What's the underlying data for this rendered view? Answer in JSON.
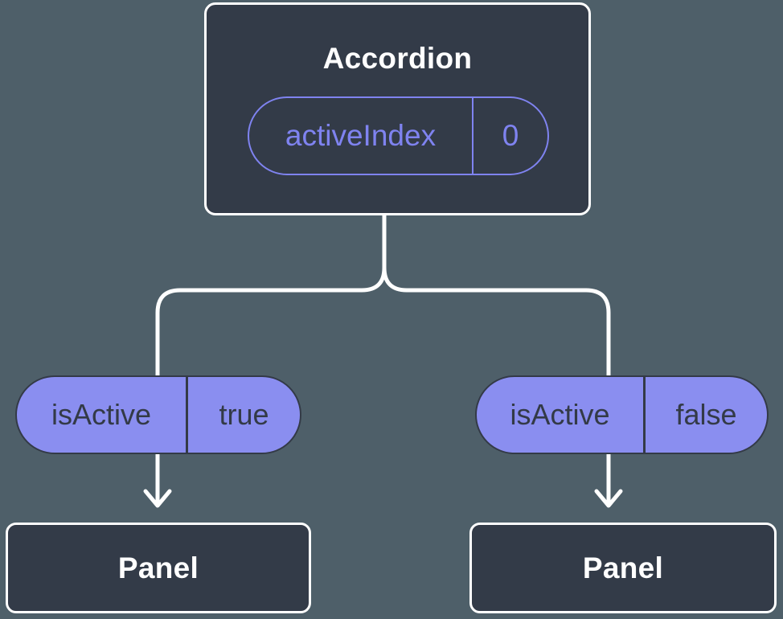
{
  "diagram": {
    "root": {
      "title": "Accordion",
      "state": {
        "name": "activeIndex",
        "value": "0"
      }
    },
    "branches": [
      {
        "prop": {
          "name": "isActive",
          "value": "true"
        },
        "child": {
          "title": "Panel"
        }
      },
      {
        "prop": {
          "name": "isActive",
          "value": "false"
        },
        "child": {
          "title": "Panel"
        }
      }
    ],
    "colors": {
      "background": "#4E5F69",
      "node_fill": "#333B48",
      "node_border": "#FFFFFF",
      "connector": "#FFFFFF",
      "pill_fill": "#8A8EF0",
      "pill_outline": "#7F83F0",
      "pill_dark_text": "#333A47",
      "title_text": "#FFFFFF"
    }
  }
}
